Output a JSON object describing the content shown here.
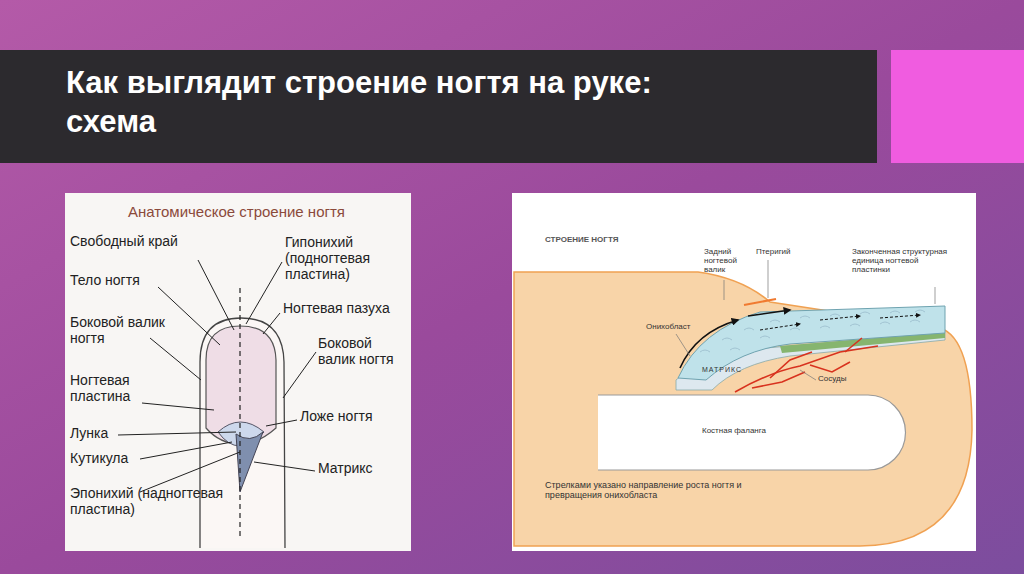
{
  "diagram": {
    "title": "Как выглядит строение ногтя на руке: схема",
    "nodes": [
      {
        "text": [
          "Анатомическое строение ногтя"
        ]
      },
      {
        "text": [
          "СТРОЕНИЕ НОГТЯ"
        ]
      }
    ],
    "labels": [
      "Свободный край",
      "Тело ногтя",
      "Боковой валик ногтя",
      "Ногтевая пластина",
      "Лунка",
      "Кутикула",
      "Эпонихий (надногтевая пластина)",
      "Гипонихий (подногтевая пластина)",
      "Ногтевая пазуха",
      "Боковой валик ногтя",
      "Ложе ногтя",
      "Матрикс",
      "Задний ногтевой валик",
      "Птеригий",
      "Онихобласт",
      "Законченная структурная единица ногтевой пластинки",
      "МАТРИКС",
      "Сосуды",
      "Костная фаланга",
      "Стрелками указано направление роста ногтя и превращения онихобласта"
    ]
  }
}
